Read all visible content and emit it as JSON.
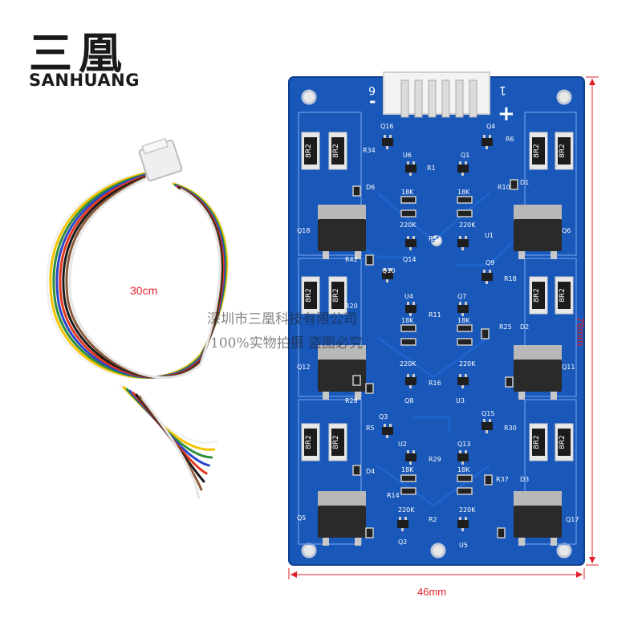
{
  "brand": {
    "chinese": "三凰",
    "english": "SANHUANG"
  },
  "cable": {
    "length_label": "30cm",
    "wire_colors": [
      "#f2f2f2",
      "#f5c400",
      "#2f8f3a",
      "#2b46c8",
      "#e3391f",
      "#1a1a1a",
      "#8a5a3a",
      "#ffffff"
    ]
  },
  "board": {
    "width_label": "46mm",
    "height_label": "76mm",
    "color": "#1a56b8",
    "connector_pins": 6,
    "marks": {
      "neg": "-",
      "pos": "+",
      "six": "6",
      "one": "1"
    },
    "resistor_code": "8R2",
    "labels_18k": "18K",
    "labels_220k": "220K",
    "silkscreen": [
      "Q16",
      "R34",
      "U6",
      "Q1",
      "Q4",
      "R6",
      "R1",
      "R10",
      "D1",
      "D6",
      "Q18",
      "Q6",
      "U1",
      "R32",
      "Q14",
      "R42",
      "Q9",
      "R18",
      "Q10",
      "U4",
      "Q7",
      "R20",
      "R25",
      "D2",
      "Q12",
      "Q11",
      "R16",
      "Q8",
      "U3",
      "R28",
      "Q3",
      "Q15",
      "R5",
      "R30",
      "U2",
      "Q13",
      "R29",
      "D4",
      "D3",
      "R37",
      "R14",
      "Q5",
      "Q17",
      "R2",
      "Q2",
      "U5",
      "R11"
    ]
  },
  "watermark": {
    "line1": "深圳市三凰科技有限公司",
    "line2": "100%实物拍摄 盗图必究"
  }
}
